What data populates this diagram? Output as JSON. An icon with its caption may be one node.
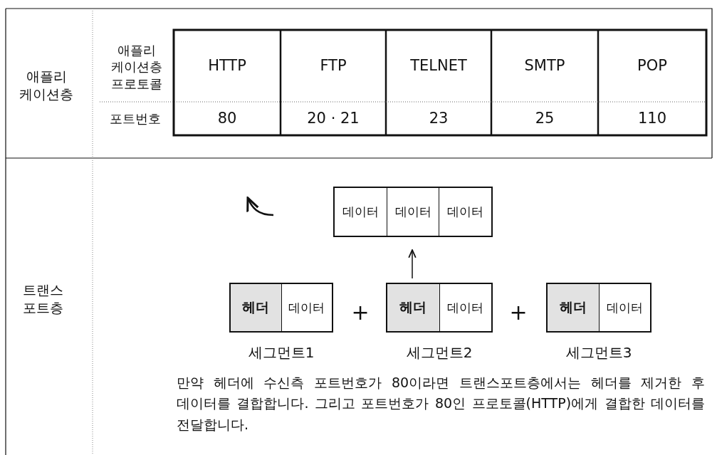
{
  "diagram": {
    "nodes": [
      {
        "text": [],
        "shape": "box"
      },
      {
        "text": [
          "데이터"
        ],
        "in": 0
      },
      {
        "text": [
          "데이터"
        ],
        "in": 0
      },
      {
        "text": [
          "데이터"
        ],
        "in": 0
      },
      {
        "text": [],
        "shape": "box",
        "beside": [
          "세그먼트1"
        ]
      },
      {
        "text": [
          "헤더"
        ],
        "in": 4
      },
      {
        "text": [
          "데이터"
        ],
        "in": 4
      },
      {
        "text": [],
        "shape": "box",
        "beside": [
          "세그먼트2"
        ]
      },
      {
        "text": [
          "헤더"
        ],
        "in": 7
      },
      {
        "text": [
          "데이터"
        ],
        "in": 7
      },
      {
        "text": [],
        "shape": "box",
        "beside": [
          "세그먼트3"
        ]
      },
      {
        "text": [
          "헤더"
        ],
        "in": 10
      },
      {
        "text": [
          "데이터"
        ],
        "in": 10
      }
    ],
    "edges": [
      {
        "from": 7,
        "to": 0,
        "arrow": "to"
      }
    ],
    "labels": [
      "애플리 케이션층",
      "애플리 케이션층 프로토콜",
      "HTTP",
      "FTP",
      "TELNET",
      "SMTP",
      "POP",
      "포트번호",
      "80",
      "20 · 21",
      "23",
      "25",
      "110",
      "트랜스 포트층",
      "+",
      "+",
      "만약 헤더에 수신측 포트번호가 80이라면 트랜스포트층에서는 헤더를 제거한 후 데이터를 결합합니다. 그리고 포트번호가 80인 프로토콜(HTTP)에게 결합한 데이터를 전달합니다."
    ]
  }
}
